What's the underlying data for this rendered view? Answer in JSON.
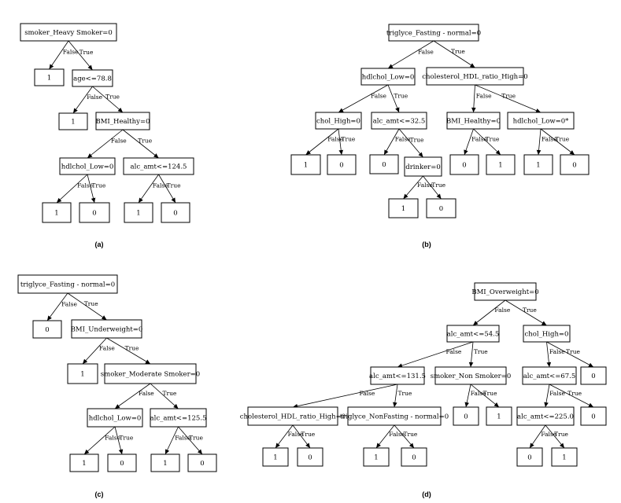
{
  "edge_labels": {
    "false": "False",
    "true": "True"
  },
  "trees": [
    {
      "id": "a",
      "label": "(a)",
      "nodes": [
        {
          "id": "a1",
          "text": "smoker_Heavy Smoker=0"
        },
        {
          "id": "a2",
          "text": "1"
        },
        {
          "id": "a3",
          "text": "age<=78.8"
        },
        {
          "id": "a4",
          "text": "1"
        },
        {
          "id": "a5",
          "text": "BMI_Healthy=0"
        },
        {
          "id": "a6",
          "text": "hdlchol_Low=0"
        },
        {
          "id": "a7",
          "text": "alc_amt<=124.5"
        },
        {
          "id": "a8",
          "text": "1"
        },
        {
          "id": "a9",
          "text": "0"
        },
        {
          "id": "a10",
          "text": "1"
        },
        {
          "id": "a11",
          "text": "0"
        }
      ],
      "edges": [
        {
          "from": "a1",
          "to": "a2",
          "branch": "false"
        },
        {
          "from": "a1",
          "to": "a3",
          "branch": "true"
        },
        {
          "from": "a3",
          "to": "a4",
          "branch": "false"
        },
        {
          "from": "a3",
          "to": "a5",
          "branch": "true"
        },
        {
          "from": "a5",
          "to": "a6",
          "branch": "false"
        },
        {
          "from": "a5",
          "to": "a7",
          "branch": "true"
        },
        {
          "from": "a6",
          "to": "a8",
          "branch": "false"
        },
        {
          "from": "a6",
          "to": "a9",
          "branch": "true"
        },
        {
          "from": "a7",
          "to": "a10",
          "branch": "false"
        },
        {
          "from": "a7",
          "to": "a11",
          "branch": "true"
        }
      ]
    },
    {
      "id": "b",
      "label": "(b)",
      "nodes": [
        {
          "id": "b1",
          "text": "triglyce_Fasting - normal=0"
        },
        {
          "id": "b2",
          "text": "hdlchol_Low=0"
        },
        {
          "id": "b3",
          "text": "cholesterol_HDL_ratio_High=0"
        },
        {
          "id": "b4",
          "text": "chol_High=0"
        },
        {
          "id": "b5",
          "text": "alc_amt<=32.5"
        },
        {
          "id": "b6",
          "text": "BMI_Healthy=0"
        },
        {
          "id": "b7",
          "text": "hdlchol_Low=0*"
        },
        {
          "id": "b8",
          "text": "1"
        },
        {
          "id": "b9",
          "text": "0"
        },
        {
          "id": "b10",
          "text": "0"
        },
        {
          "id": "b11",
          "text": "drinker=0"
        },
        {
          "id": "b12",
          "text": "0"
        },
        {
          "id": "b13",
          "text": "1"
        },
        {
          "id": "b14",
          "text": "1"
        },
        {
          "id": "b15",
          "text": "0"
        },
        {
          "id": "b16",
          "text": "1"
        },
        {
          "id": "b17",
          "text": "0"
        }
      ],
      "edges": [
        {
          "from": "b1",
          "to": "b2",
          "branch": "false"
        },
        {
          "from": "b1",
          "to": "b3",
          "branch": "true"
        },
        {
          "from": "b2",
          "to": "b4",
          "branch": "false"
        },
        {
          "from": "b2",
          "to": "b5",
          "branch": "true"
        },
        {
          "from": "b3",
          "to": "b6",
          "branch": "false"
        },
        {
          "from": "b3",
          "to": "b7",
          "branch": "true"
        },
        {
          "from": "b4",
          "to": "b8",
          "branch": "false"
        },
        {
          "from": "b4",
          "to": "b9",
          "branch": "true"
        },
        {
          "from": "b5",
          "to": "b10",
          "branch": "false"
        },
        {
          "from": "b5",
          "to": "b11",
          "branch": "true"
        },
        {
          "from": "b6",
          "to": "b12",
          "branch": "false"
        },
        {
          "from": "b6",
          "to": "b13",
          "branch": "true"
        },
        {
          "from": "b7",
          "to": "b14",
          "branch": "false"
        },
        {
          "from": "b7",
          "to": "b15",
          "branch": "true"
        },
        {
          "from": "b11",
          "to": "b16",
          "branch": "false"
        },
        {
          "from": "b11",
          "to": "b17",
          "branch": "true"
        }
      ]
    },
    {
      "id": "c",
      "label": "(c)",
      "nodes": [
        {
          "id": "c1",
          "text": "triglyce_Fasting - normal=0"
        },
        {
          "id": "c2",
          "text": "0"
        },
        {
          "id": "c3",
          "text": "BMI_Underweight=0"
        },
        {
          "id": "c4",
          "text": "1"
        },
        {
          "id": "c5",
          "text": "smoker_Moderate Smoker=0"
        },
        {
          "id": "c6",
          "text": "hdlchol_Low=0"
        },
        {
          "id": "c7",
          "text": "alc_amt<=125.5"
        },
        {
          "id": "c8",
          "text": "1"
        },
        {
          "id": "c9",
          "text": "0"
        },
        {
          "id": "c10",
          "text": "1"
        },
        {
          "id": "c11",
          "text": "0"
        }
      ],
      "edges": [
        {
          "from": "c1",
          "to": "c2",
          "branch": "false"
        },
        {
          "from": "c1",
          "to": "c3",
          "branch": "true"
        },
        {
          "from": "c3",
          "to": "c4",
          "branch": "false"
        },
        {
          "from": "c3",
          "to": "c5",
          "branch": "true"
        },
        {
          "from": "c5",
          "to": "c6",
          "branch": "false"
        },
        {
          "from": "c5",
          "to": "c7",
          "branch": "true"
        },
        {
          "from": "c6",
          "to": "c8",
          "branch": "false"
        },
        {
          "from": "c6",
          "to": "c9",
          "branch": "true"
        },
        {
          "from": "c7",
          "to": "c10",
          "branch": "false"
        },
        {
          "from": "c7",
          "to": "c11",
          "branch": "true"
        }
      ]
    },
    {
      "id": "d",
      "label": "(d)",
      "nodes": [
        {
          "id": "d1",
          "text": "BMI_Overweight=0"
        },
        {
          "id": "d2",
          "text": "alc_amt<=54.5"
        },
        {
          "id": "d3",
          "text": "chol_High=0"
        },
        {
          "id": "d4",
          "text": "alc_amt<=131.5"
        },
        {
          "id": "d5",
          "text": "smoker_Non Smoker=0"
        },
        {
          "id": "d6",
          "text": "alc_amt<=67.5"
        },
        {
          "id": "d7",
          "text": "0"
        },
        {
          "id": "d8",
          "text": "cholesterol_HDL_ratio_High=0"
        },
        {
          "id": "d9",
          "text": "triglyce_NonFasting - normal=0"
        },
        {
          "id": "d10",
          "text": "0"
        },
        {
          "id": "d11",
          "text": "1"
        },
        {
          "id": "d12",
          "text": "alc_amt<=225.0"
        },
        {
          "id": "d13",
          "text": "0"
        },
        {
          "id": "d14",
          "text": "1"
        },
        {
          "id": "d15",
          "text": "0"
        },
        {
          "id": "d16",
          "text": "1"
        },
        {
          "id": "d17",
          "text": "0"
        },
        {
          "id": "d18",
          "text": "0"
        },
        {
          "id": "d19",
          "text": "1"
        }
      ],
      "edges": [
        {
          "from": "d1",
          "to": "d2",
          "branch": "false"
        },
        {
          "from": "d1",
          "to": "d3",
          "branch": "true"
        },
        {
          "from": "d2",
          "to": "d4",
          "branch": "false"
        },
        {
          "from": "d2",
          "to": "d5",
          "branch": "true"
        },
        {
          "from": "d3",
          "to": "d6",
          "branch": "false"
        },
        {
          "from": "d3",
          "to": "d7",
          "branch": "true"
        },
        {
          "from": "d4",
          "to": "d8",
          "branch": "false"
        },
        {
          "from": "d4",
          "to": "d9",
          "branch": "true"
        },
        {
          "from": "d5",
          "to": "d10",
          "branch": "false"
        },
        {
          "from": "d5",
          "to": "d11",
          "branch": "true"
        },
        {
          "from": "d6",
          "to": "d12",
          "branch": "false"
        },
        {
          "from": "d6",
          "to": "d13",
          "branch": "true"
        },
        {
          "from": "d8",
          "to": "d14",
          "branch": "false"
        },
        {
          "from": "d8",
          "to": "d15",
          "branch": "true"
        },
        {
          "from": "d9",
          "to": "d16",
          "branch": "false"
        },
        {
          "from": "d9",
          "to": "d17",
          "branch": "true"
        },
        {
          "from": "d12",
          "to": "d18",
          "branch": "false"
        },
        {
          "from": "d12",
          "to": "d19",
          "branch": "true"
        }
      ]
    }
  ]
}
